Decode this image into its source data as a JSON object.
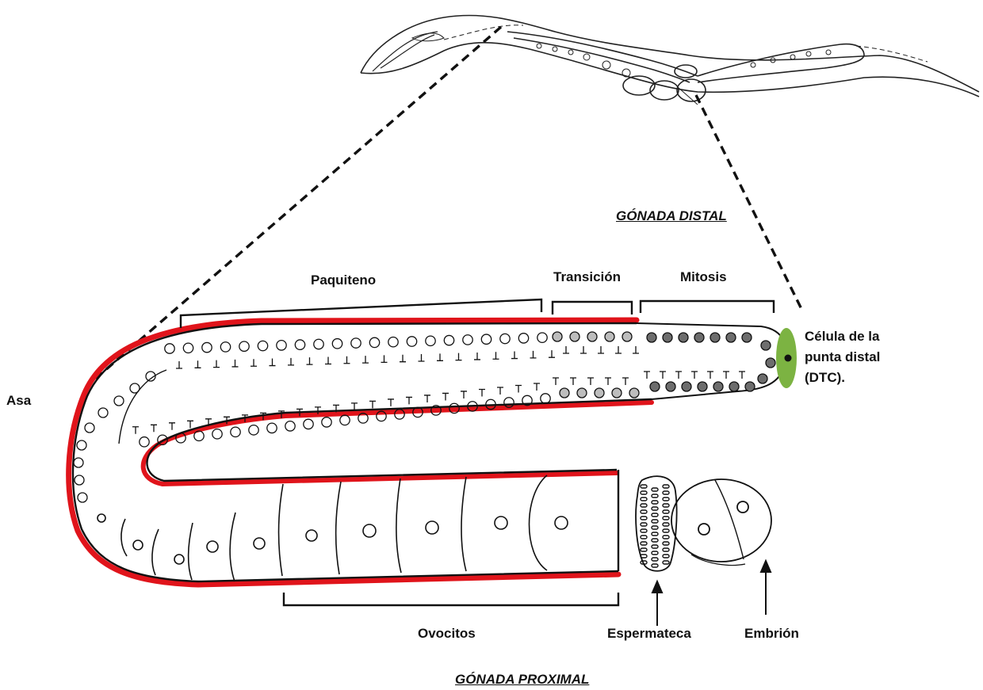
{
  "labels": {
    "gonad_distal": "GÓNADA DISTAL",
    "gonad_proximal": "GÓNADA PROXIMAL",
    "pachytene": "Paquiteno",
    "transition": "Transición",
    "mitosis": "Mitosis",
    "loop": "Asa",
    "oocytes": "Ovocitos",
    "spermatheca": "Espermateca",
    "embryo": "Embrión",
    "dtc": [
      "Célula de la",
      "punta distal",
      "(DTC)."
    ]
  },
  "colors": {
    "outline": "#111111",
    "basement_membrane": "#e0141b",
    "dtc": "#7cb342",
    "transition_nucleus": "#bdbdbd",
    "mitotic_nucleus": "#6d6d6d"
  }
}
